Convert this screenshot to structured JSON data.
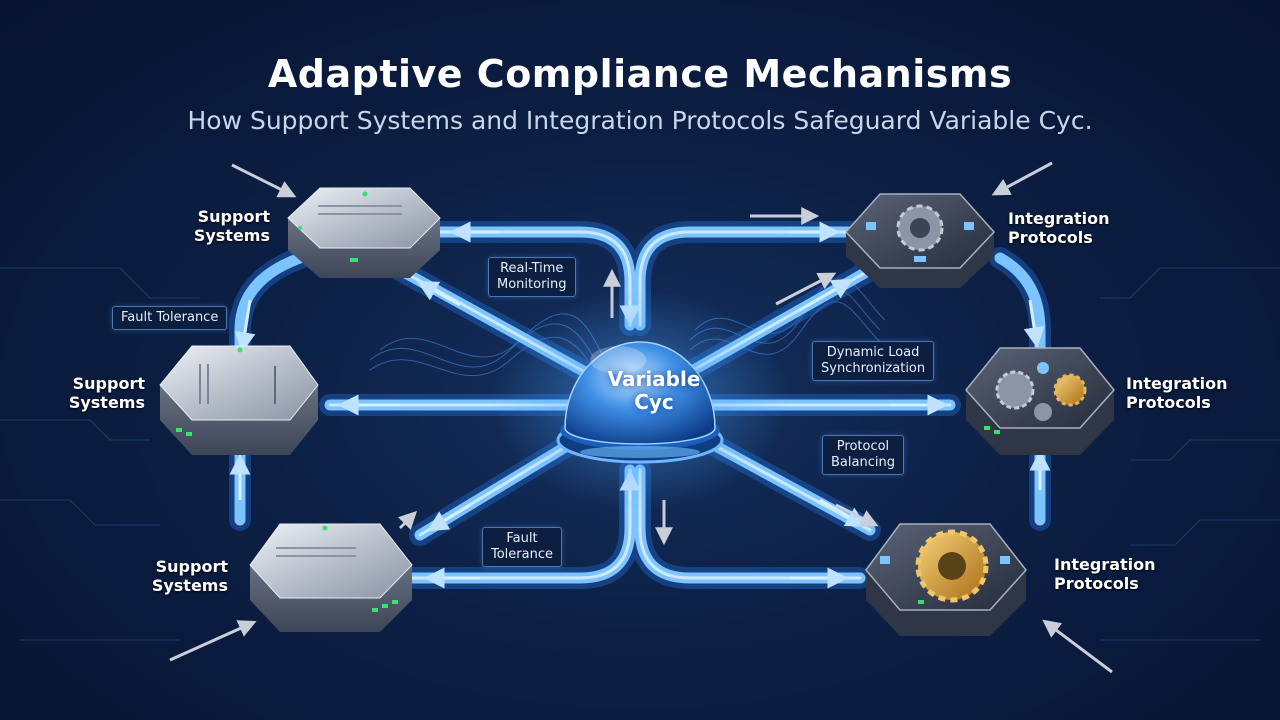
{
  "title": "Adaptive Compliance Mechanisms",
  "subtitle": "How Support Systems and Integration Protocols Safeguard Variable Cyc.",
  "hub": {
    "label_line1": "Variable",
    "label_line2": "Cyc"
  },
  "support_nodes": [
    {
      "line1": "Support",
      "line2": "Systems"
    },
    {
      "line1": "Support",
      "line2": "Systems"
    },
    {
      "line1": "Support",
      "line2": "Systems"
    }
  ],
  "integration_nodes": [
    {
      "line1": "Integration",
      "line2": "Protocols"
    },
    {
      "line1": "Integration",
      "line2": "Protocols"
    },
    {
      "line1": "Integration",
      "line2": "Protocols"
    }
  ],
  "tags": {
    "fault_tolerance_left": "Fault Tolerance",
    "realtime_line1": "Real-Time",
    "realtime_line2": "Monitoring",
    "dynamic_line1": "Dynamic Load",
    "dynamic_line2": "Synchronization",
    "protocol_line1": "Protocol",
    "protocol_line2": "Balancing",
    "fault_bottom_line1": "Fault",
    "fault_bottom_line2": "Tolerance"
  },
  "colors": {
    "background": "#0c1f44",
    "pipe": "#6fb8ff",
    "pipe_glow": "#2f7fe0",
    "node_metal": "#c7ccd6",
    "led_green": "#39e06b",
    "gear_gold": "#d9a441"
  }
}
